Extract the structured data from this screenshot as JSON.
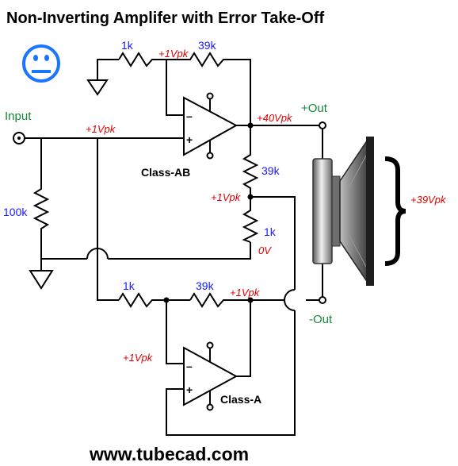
{
  "title": "Non-Inverting Amplifer with Error Take-Off",
  "footer": "www.tubecad.com",
  "labels": {
    "input": "Input",
    "plus_out": "+Out",
    "minus_out": "-Out",
    "class_ab": "Class-AB",
    "class_a": "Class-A",
    "r100k": "100k",
    "r_top_1k": "1k",
    "r_top_39k": "39k",
    "r_mid_39k": "39k",
    "r_mid_1k": "1k",
    "r_bot_1k": "1k",
    "r_bot_39k": "39k",
    "v_top_fb": "+1Vpk",
    "v_input": "+1Vpk",
    "v_out40": "+40Vpk",
    "v_mid": "+1Vpk",
    "v_zero": "0V",
    "v_bot_fb": "+1Vpk",
    "v_classa_in": "+1Vpk",
    "v_speaker": "+39Vpk"
  },
  "signs": {
    "minus": "–",
    "plus": "+"
  },
  "colors": {
    "blue": "#1a1aff",
    "red": "#e00000",
    "green": "#138a36",
    "emoji": "#1a75ff"
  },
  "icons": {
    "emoji": "neutral-face-icon",
    "speaker": "loudspeaker-icon",
    "input": "input-jack-icon"
  }
}
